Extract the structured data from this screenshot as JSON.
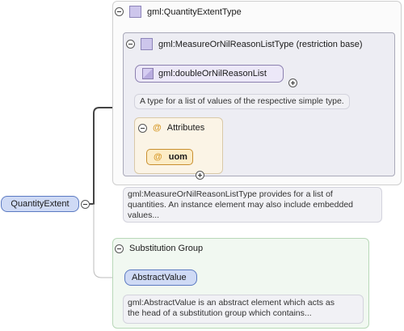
{
  "root_element": {
    "label": "QuantityExtent"
  },
  "complex_type": {
    "label": "gml:QuantityExtentType"
  },
  "restriction": {
    "label": "gml:MeasureOrNilReasonListType (restriction base)"
  },
  "simple_type": {
    "label": "gml:doubleOrNilReasonList",
    "doc": "A type for a list of values of the respective simple type."
  },
  "attributes": {
    "label": "Attributes",
    "symbol": "@",
    "items": [
      {
        "name": "uom"
      }
    ]
  },
  "type_doc": {
    "lines": [
      "gml:MeasureOrNilReasonListType provides for a list of",
      "quantities. An instance element may also include embedded",
      "values..."
    ]
  },
  "substitution_group": {
    "label": "Substitution Group",
    "element": "AbstractValue",
    "doc": {
      "lines": [
        "gml:AbstractValue is an abstract element which acts as",
        "the head of a substitution group which contains..."
      ]
    }
  },
  "colors": {
    "element_fill": "#cfdaf5",
    "element_border": "#5b7ac2",
    "type_fill": "#cdc6ec",
    "attribute_fill": "#fcecc6",
    "attribute_symbol": "#d79a2b",
    "substitution_fill": "#f1f8f1"
  },
  "icons": {
    "collapse": "minus-circle-icon",
    "expand": "plus-circle-icon",
    "complex_type": "complex-type-icon",
    "simple_type": "simple-type-icon",
    "attribute": "at-sign-icon"
  }
}
